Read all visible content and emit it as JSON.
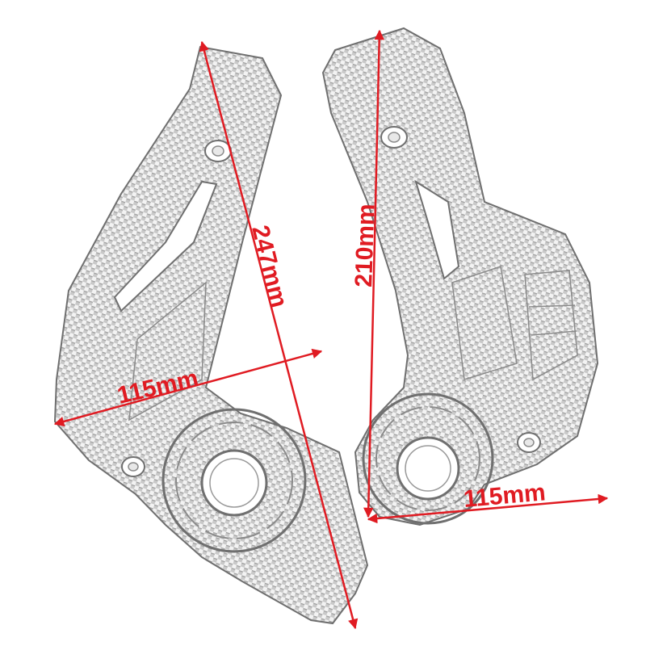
{
  "colors": {
    "background": "#ffffff",
    "carbon_light": "#f2f2f2",
    "carbon_dark": "#b8b8b8",
    "outline": "#6f6f6f",
    "dimension": "#e01b22"
  },
  "dimensions": {
    "left_diagonal": "247mm",
    "left_width": "115mm",
    "right_height": "210mm",
    "right_width": "115mm"
  }
}
